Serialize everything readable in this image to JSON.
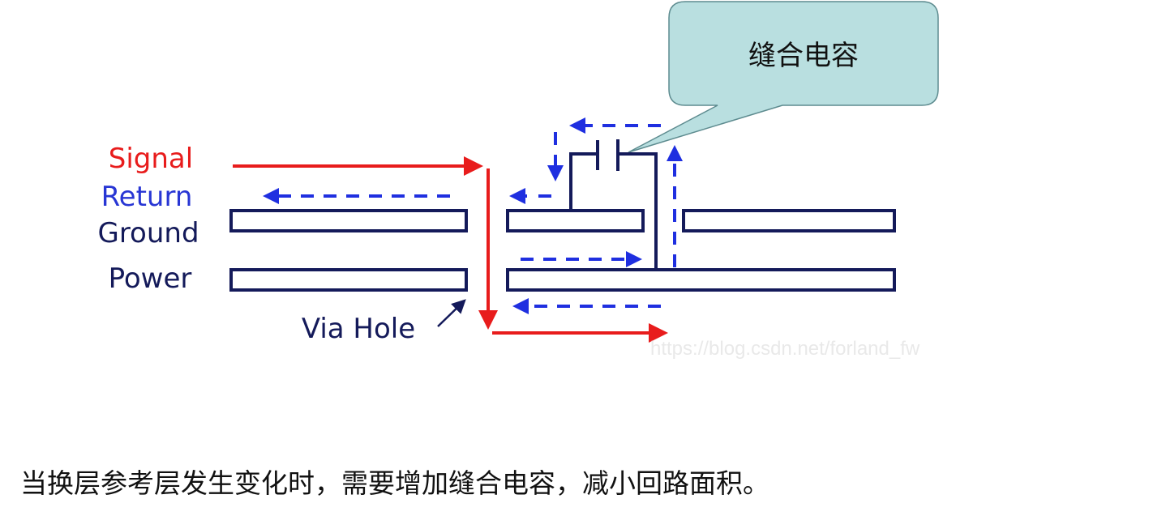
{
  "labels": {
    "signal": "Signal",
    "return": "Return",
    "ground": "Ground",
    "power": "Power",
    "via_hole": "Via Hole"
  },
  "callout": {
    "text": "缝合电容"
  },
  "watermark": "https://blog.csdn.net/forland_fw",
  "caption": "当换层参考层发生变化时，需要增加缝合电容，减小回路面积。",
  "colors": {
    "signal": "#e81c1c",
    "return": "#1f2fe0",
    "plane": "#141a5a",
    "callout_fill": "#b9dfe0",
    "callout_stroke": "#5d8b8f"
  }
}
